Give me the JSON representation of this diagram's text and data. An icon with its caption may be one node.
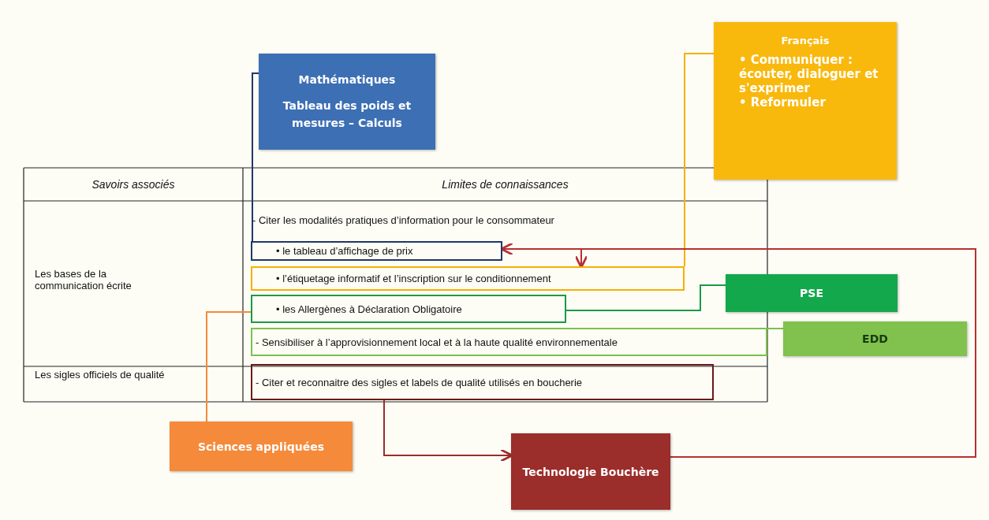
{
  "diagram": {
    "nodes": [
      {
        "text": [
          "Mathématiques",
          "Tableau des poids et mesures – Calculs"
        ]
      },
      {
        "text": [
          "Français",
          "• Communiquer : écouter, dialoguer et s'exprimer",
          "• Reformuler"
        ]
      },
      {
        "text": [
          "• le tableau d’affichage de prix"
        ]
      },
      {
        "text": [
          "• l’étiquetage informatif et l’inscription sur le conditionnement"
        ]
      },
      {
        "text": [
          "• les Allergènes à Déclaration Obligatoire"
        ]
      },
      {
        "text": [
          "PSE"
        ]
      },
      {
        "text": [
          "- Sensibiliser à l’approvisionnement local et à la haute qualité environnementale"
        ]
      },
      {
        "text": [
          "EDD"
        ]
      },
      {
        "text": [
          "- Citer et reconnaitre des sigles et labels de qualité utilisés en boucherie"
        ]
      },
      {
        "text": [
          "Sciences appliquées"
        ]
      },
      {
        "text": [
          "Technologie Bouchère"
        ]
      }
    ],
    "edges": [
      {
        "from": 0,
        "to": 2,
        "arrow": "none",
        "color": "#1f3864"
      },
      {
        "from": 1,
        "to": 3,
        "arrow": "none",
        "color": "#f5b000"
      },
      {
        "from": 4,
        "to": 5,
        "arrow": "none",
        "color": "#1a9a45"
      },
      {
        "from": 6,
        "to": 7,
        "arrow": "none",
        "color": "#7dc04b"
      },
      {
        "from": 9,
        "to": 4,
        "arrow": "none",
        "color": "#f58a3a"
      },
      {
        "from": 8,
        "to": 10,
        "arrow": "to",
        "color": "#9b2d2a"
      },
      {
        "from": 10,
        "to": 2,
        "arrow": "to",
        "color": "#b83030"
      },
      {
        "from": 10,
        "to": 3,
        "arrow": "to",
        "color": "#b83030"
      }
    ],
    "labels": [
      "Savoirs associés",
      "Limites de connaissances",
      "Les bases de la communication écrite",
      "- Citer les modalités pratiques d’information pour le consommateur",
      "Les sigles officiels de qualité"
    ]
  }
}
